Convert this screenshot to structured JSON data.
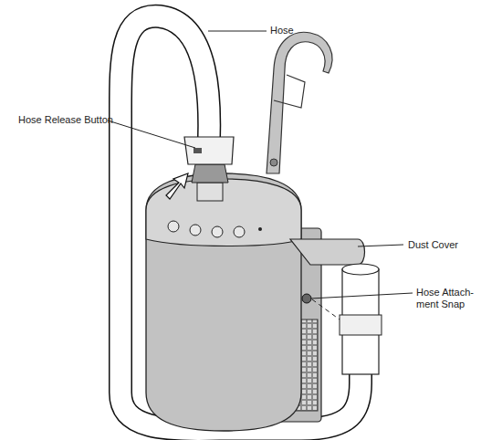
{
  "diagram": {
    "labels": [
      "Hose",
      "Hose Release Button",
      "Dust Cover",
      "Hose Attach- ment Snap"
    ]
  }
}
